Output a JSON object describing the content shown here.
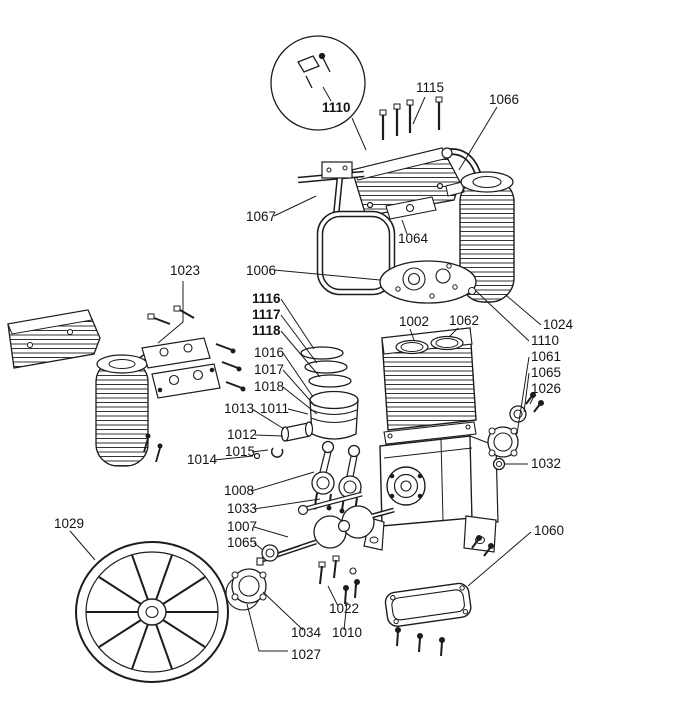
{
  "figure": {
    "type": "exploded-parts-diagram",
    "subject": "two-cylinder air compressor pump",
    "background_color": "#ffffff",
    "line_color": "#1c1c1c",
    "callouts": [
      "1110",
      "1115",
      "1066",
      "1067",
      "1064",
      "1006",
      "1023",
      "1116",
      "1117",
      "1118",
      "1016",
      "1017",
      "1018",
      "1013",
      "1011",
      "1012",
      "1014",
      "1015",
      "1002",
      "1062",
      "1024",
      "1110",
      "1061",
      "1065",
      "1026",
      "1032",
      "1008",
      "1033",
      "1007",
      "1065",
      "1029",
      "1060",
      "1022",
      "1034",
      "1010",
      "1027"
    ]
  }
}
